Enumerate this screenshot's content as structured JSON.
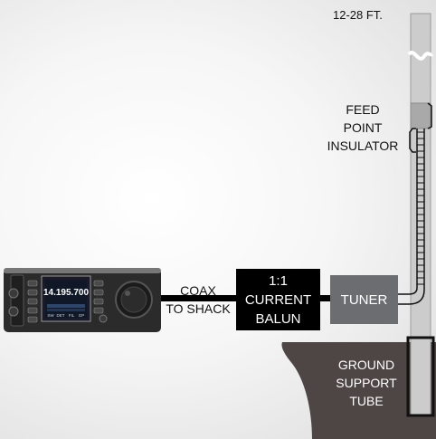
{
  "labels": {
    "height": "12-28 FT.",
    "feed_point": [
      "FEED",
      "POINT",
      "INSULATOR"
    ],
    "coax": [
      "COAX",
      "TO SHACK"
    ],
    "ground": [
      "GROUND",
      "SUPPORT",
      "TUBE"
    ]
  },
  "boxes": {
    "balun": [
      "1:1",
      "CURRENT",
      "BALUN"
    ],
    "tuner": "TUNER"
  },
  "radio": {
    "frequency": "14.195.700",
    "keys": [
      "SW",
      "DET",
      "FIL",
      "GP"
    ]
  },
  "colors": {
    "balun_fill": "#000000",
    "tuner_fill": "#6b6d70",
    "ground_fill": "#4e4644",
    "pole_fill": "#cccccc",
    "radio_body": "#2b2b2b"
  }
}
